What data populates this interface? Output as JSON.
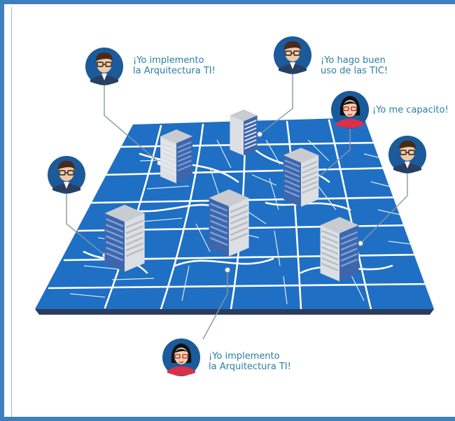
{
  "colors": {
    "frame": "#3e7fbf",
    "map": "#1f6fc4",
    "map_shadow": "#2b3d5a",
    "roads": "#ffffff",
    "connector": "#8a96a3",
    "caption_text": "#2a7fa1",
    "avatar_bg": "#1b5a9b",
    "building_side": "#3a62a8",
    "building_top": "#bfc4ca"
  },
  "captions": [
    {
      "id": "top-left",
      "lines": [
        "¡Yo implemento",
        "la Arquitectura TI!"
      ]
    },
    {
      "id": "top-center",
      "lines": [
        "¡Yo hago buen",
        "uso de las TIC!"
      ]
    },
    {
      "id": "right-upper",
      "lines": [
        "¡Yo me capacito!"
      ]
    },
    {
      "id": "bottom",
      "lines": [
        "¡Yo implemento",
        "la Arquitectura TI!"
      ]
    }
  ],
  "avatars": [
    {
      "id": "avatar-top-left",
      "kind": "man-glasses"
    },
    {
      "id": "avatar-top-center",
      "kind": "man-glasses"
    },
    {
      "id": "avatar-right-upper",
      "kind": "woman-glasses"
    },
    {
      "id": "avatar-left",
      "kind": "man-glasses"
    },
    {
      "id": "avatar-right",
      "kind": "man-glasses"
    },
    {
      "id": "avatar-bottom",
      "kind": "woman-glasses"
    }
  ]
}
